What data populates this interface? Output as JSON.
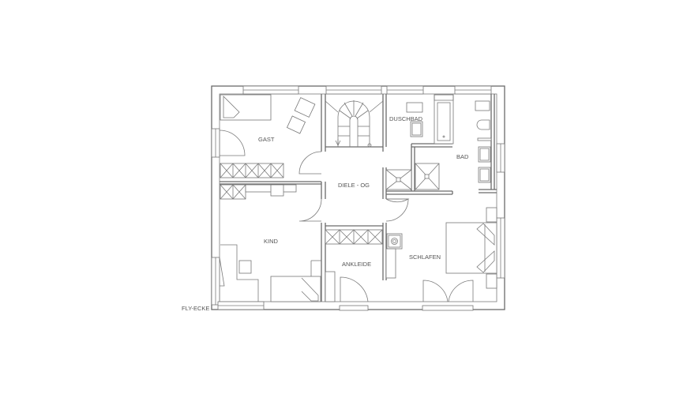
{
  "plan": {
    "rooms": {
      "gast": "GAST",
      "duschbad": "DUSCHBAD",
      "bad": "BAD",
      "diele": "DIELE - OG",
      "kind": "KIND",
      "ankleide": "ANKLEIDE",
      "schlafen": "SCHLAFEN"
    },
    "corner_label": "FLY-ECKE"
  }
}
